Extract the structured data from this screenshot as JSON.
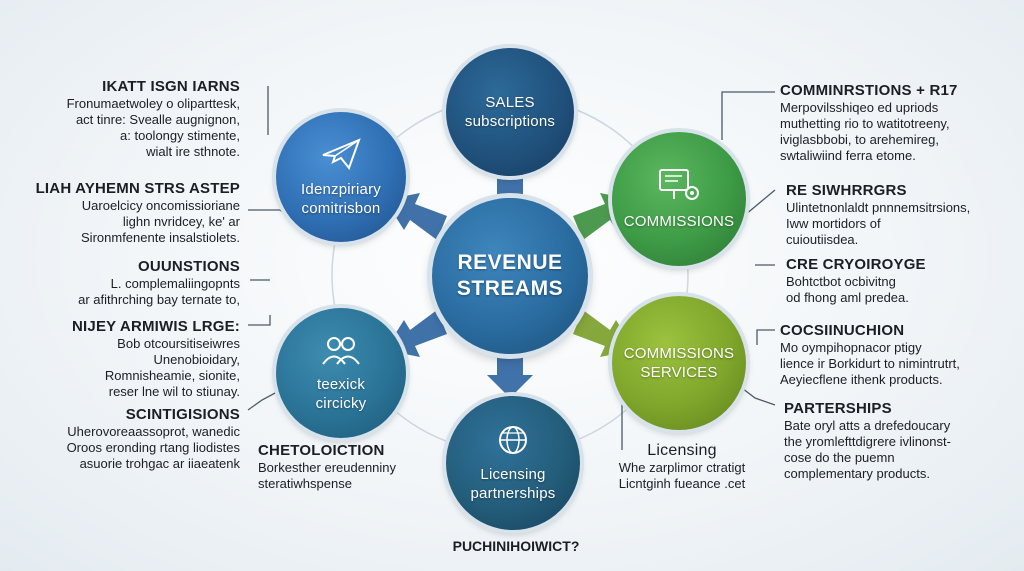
{
  "colors": {
    "navy": "#1f4f7a",
    "blue": "#2f6fb4",
    "teal": "#2a7397",
    "green": "#3d9a45",
    "olive": "#7fa52b",
    "dark_teal": "#235d7a",
    "arrow": "#2b6aa8",
    "connector": "#4a5a6a"
  },
  "nodes": {
    "center": {
      "label_1": "REVENUE",
      "label_2": "STREAMS"
    },
    "top": {
      "label_1": "SALES",
      "label_2": "subscriptions"
    },
    "top_left": {
      "label_1": "Idenzpiriary",
      "label_2": "comitrisbon",
      "icon": "paper-plane-icon"
    },
    "bottom_left": {
      "label_1": "teexick",
      "label_2": "circicky",
      "icon": "people-icon"
    },
    "bottom": {
      "label_1": "Licensing",
      "label_2": "partnerships",
      "icon": "globe-icon"
    },
    "top_right": {
      "label_1": "COMMISSIONS",
      "icon": "presentation-gear-icon"
    },
    "bottom_right": {
      "label_1": "COMMISSIONS",
      "label_2": "SERVICES"
    }
  },
  "left_blocks": [
    {
      "title": "IKATT ISGN IARNS",
      "lines": [
        "Fronumaetwoley o oliparttesk,",
        "act tinre: Svealle augnignon,",
        "a: toolongy stimente,",
        "wialt ire sthnote."
      ]
    },
    {
      "title": "LIAH AYHEMN STRS ASTEP",
      "lines": [
        "Uaroelcicy oncomissioriane",
        "lighn nvridcey, ke' ar",
        "Sironmfenente insalstiolets."
      ]
    },
    {
      "title": "OUUNSTIONS",
      "lines": [
        "L. complemaliingopnts",
        "ar afithrching bay ternate to,"
      ]
    },
    {
      "title": "NIJEY ARMIWIS LRGE:",
      "lines": [
        "Bob otcoursitiseiwres",
        "Unenobioidary,",
        "Romnisheamie, sionite,",
        "reser lne wil to stiunay."
      ]
    },
    {
      "title": "SCINTIGISIONS",
      "lines": [
        "Uherovoreaassoprot, wanedic",
        "Oroos eronding rtang liodistes",
        "asuorie trohgac ar iiaeatenk"
      ]
    }
  ],
  "right_blocks": [
    {
      "title": "COMMINRSTIONS + R17",
      "lines": [
        "Merpovilsshiqeo ed upriods",
        "muthetting rio to watitotreeny,",
        "iviglasbbobi, to arehemireg,",
        "swtaliwiind ferra etome."
      ]
    },
    {
      "title": "RE SIWHRRGRS",
      "lines": [
        "Ulintetnonlaldt pnnnemsitrsions,",
        "Iww mortidors of",
        "cuioutiisdea."
      ]
    },
    {
      "title": "CRE CRYOIROYGE",
      "lines": [
        "Bohtctbot ocbivitng",
        "od fhong aml predea."
      ]
    },
    {
      "title": "COCSIINUCHION",
      "lines": [
        "Mo oympihopnacor ptigy",
        "lience ir Borkidurt to nimintrutrt,",
        "Aeyiecflene ithenk products."
      ]
    },
    {
      "title": "PARTERSHIPS",
      "lines": [
        "Bate oryl atts a drefedoucary",
        "the yromlefttdigrere ivlinonst-",
        "cose do the puemn",
        "complementary products."
      ]
    }
  ],
  "mid_blocks": [
    {
      "title": "CHETOLOICTION",
      "lines": [
        "Borkesther ereudenniny",
        "steratiwhspense"
      ]
    },
    {
      "title": "Licensing",
      "lines": [
        "Whe zarplimor ctratigt",
        "Licntginh fueance .cet"
      ]
    }
  ],
  "bottom_question": "PUCHINIHOIWICT?"
}
